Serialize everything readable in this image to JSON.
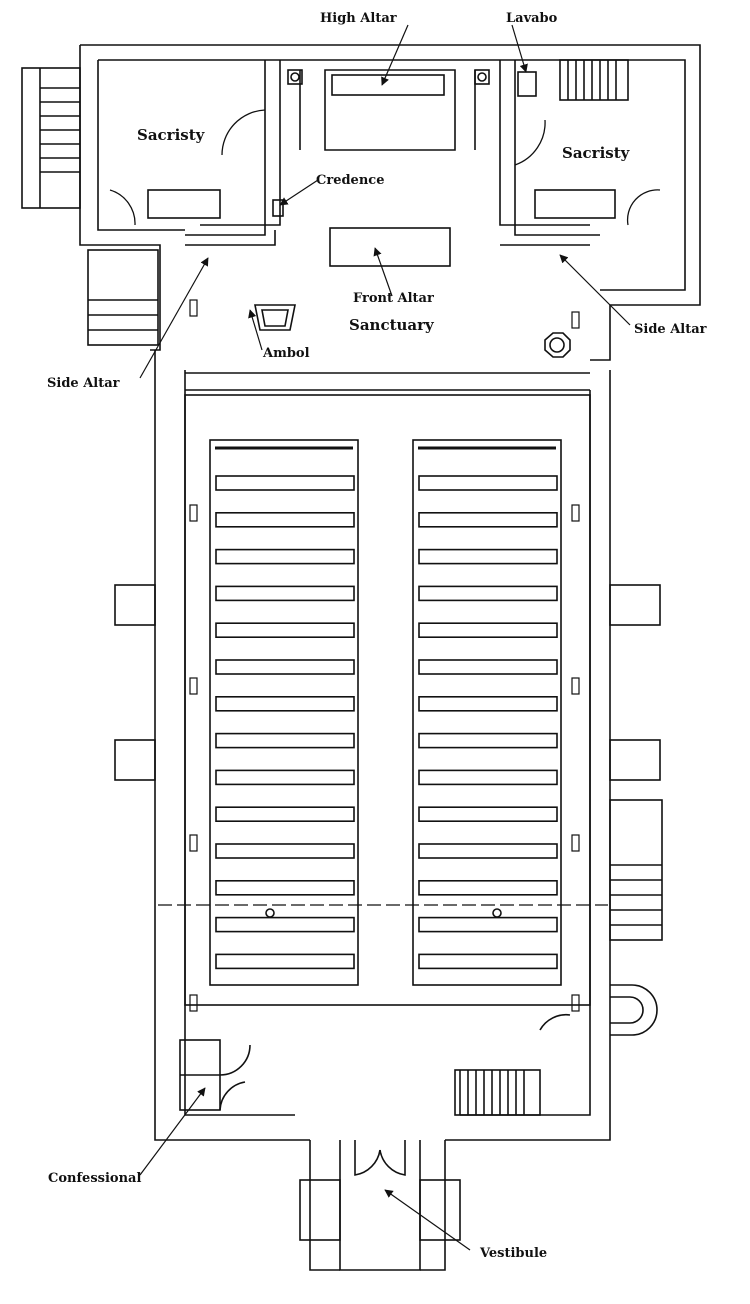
{
  "labels": {
    "high_altar": "High Altar",
    "lavabo": "Lavabo",
    "sacristy_left": "Sacristy",
    "sacristy_right": "Sacristy",
    "credence": "Credence",
    "front_altar": "Front Altar",
    "sanctuary": "Sanctuary",
    "ambol": "Ambol",
    "side_altar_left": "Side Altar",
    "side_altar_right": "Side Altar",
    "confessional": "Confessional",
    "vestibule": "Vestibule"
  },
  "pews": {
    "rows_per_side": 14
  },
  "colors": {
    "ink": "#111111",
    "paper": "#ffffff"
  }
}
